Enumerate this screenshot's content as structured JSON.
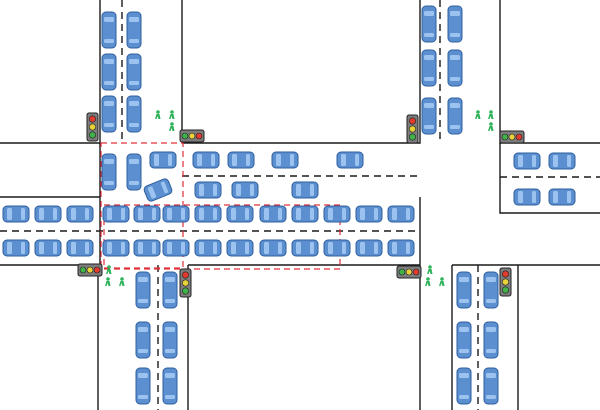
{
  "diagram": {
    "colors": {
      "background": "#ffffff",
      "road_edge": "#1a1a1a",
      "lane_divider": "#1a1a1a",
      "car_fill": "#5b8fd0",
      "car_outline": "#2f5f9e",
      "car_window": "#9cc3ef",
      "zone_outline": "#e0303a",
      "signal_housing": "#7d7d7d",
      "signal_red": "#e23b2e",
      "signal_yellow": "#e8d23a",
      "signal_green": "#3fb34a",
      "pedestrian": "#2fb35a"
    },
    "elements": {
      "roads": "road-edge",
      "lanes": "lane-divider",
      "zones": "dashed-red-zone",
      "signals": "traffic-signal",
      "cars": "vehicle",
      "pedestrians": "pedestrian-icon"
    }
  }
}
